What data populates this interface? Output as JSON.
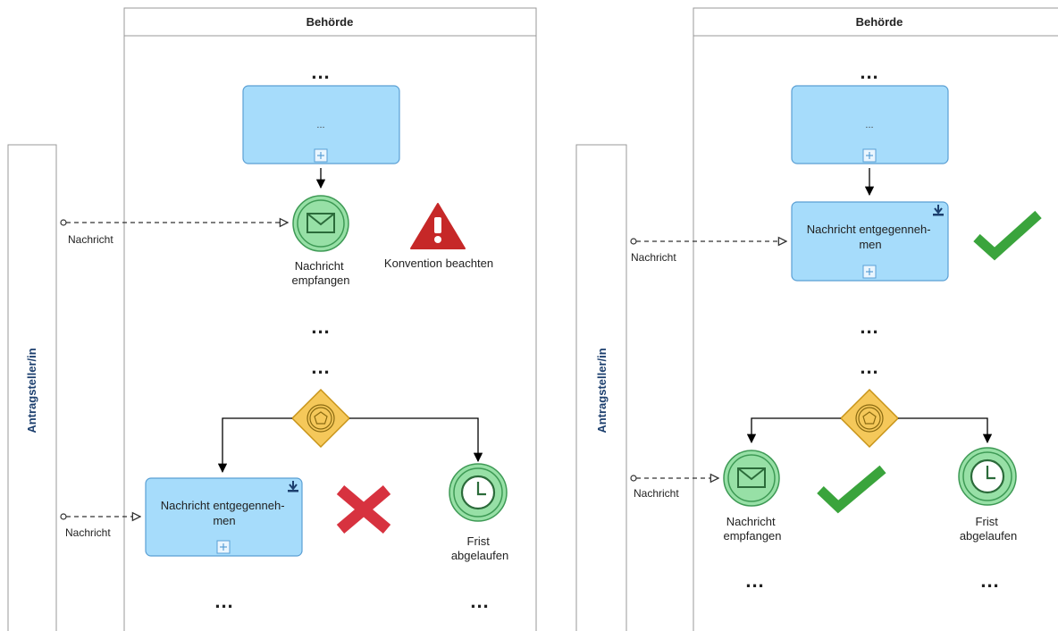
{
  "colors": {
    "task_fill": "#a6dcfb",
    "task_stroke": "#5a9fd4",
    "event_fill": "#97e0a6",
    "event_stroke": "#3e9a55",
    "gateway_fill": "#f5c85a",
    "gateway_stroke": "#c89418",
    "warning_red": "#c62828",
    "cross_red": "#d7323f",
    "check_green": "#3aa43c",
    "lane_label": "#1c3f6e"
  },
  "left": {
    "pool_label": "Antragsteller/in",
    "lane_header": "Behörde",
    "dots": "...",
    "task_top_label": "...",
    "start_message_label": "Nachricht",
    "message_event_label_lines": [
      "Nachricht",
      "empfangen"
    ],
    "warning_label": "Konvention beachten",
    "lower_message_label": "Nachricht",
    "receive_task_label_lines": [
      "Nachricht entgegenneh-",
      "men"
    ],
    "timer_label_lines": [
      "Frist",
      "abgelaufen"
    ],
    "warning_icon": "warning-triangle-icon",
    "cross_icon": "red-cross-icon"
  },
  "right": {
    "pool_label": "Antragsteller/in",
    "lane_header": "Behörde",
    "dots": "...",
    "task_top_label": "...",
    "upper_message_label": "Nachricht",
    "receive_task_label_lines": [
      "Nachricht entgegenneh-",
      "men"
    ],
    "lower_message_label": "Nachricht",
    "message_event_label_lines": [
      "Nachricht",
      "empfangen"
    ],
    "timer_label_lines": [
      "Frist",
      "abgelaufen"
    ],
    "check_icon": "green-check-icon"
  }
}
